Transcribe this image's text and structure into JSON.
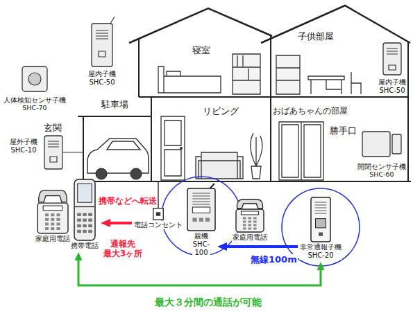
{
  "diagram": {
    "nodes": [
      {
        "text": [
          "家庭用電話"
        ]
      },
      {
        "text": [
          "携帯電話"
        ]
      },
      {
        "text": [
          "電話コンセント"
        ]
      },
      {
        "text": [
          "親機 SHC-100"
        ]
      },
      {
        "text": [
          "家庭用電話"
        ]
      },
      {
        "text": [
          "非常通報子機 SHC-20"
        ]
      }
    ],
    "edges": [
      {
        "from": 2,
        "to": 1,
        "arrow": "to",
        "label": "携帯などへ転送"
      },
      {
        "from": 5,
        "to": 3,
        "arrow": "to",
        "label": "無線100m"
      },
      {
        "from": 1,
        "to": 5,
        "arrow": "both",
        "label": "最大３分間の通話が可能"
      }
    ],
    "labels": [
      "寝室",
      "子供部屋",
      "屋内子機 SHC-50",
      "屋内子機 SHC-50",
      "人体検知センサ子機 SHC-70",
      "駐車場",
      "玄関",
      "屋外子機 SHC-10",
      "リビング",
      "おばあちゃんの部屋",
      "勝手口",
      "開閉センサ子機 SHC-60",
      "通報先 最大3ヶ所"
    ]
  }
}
